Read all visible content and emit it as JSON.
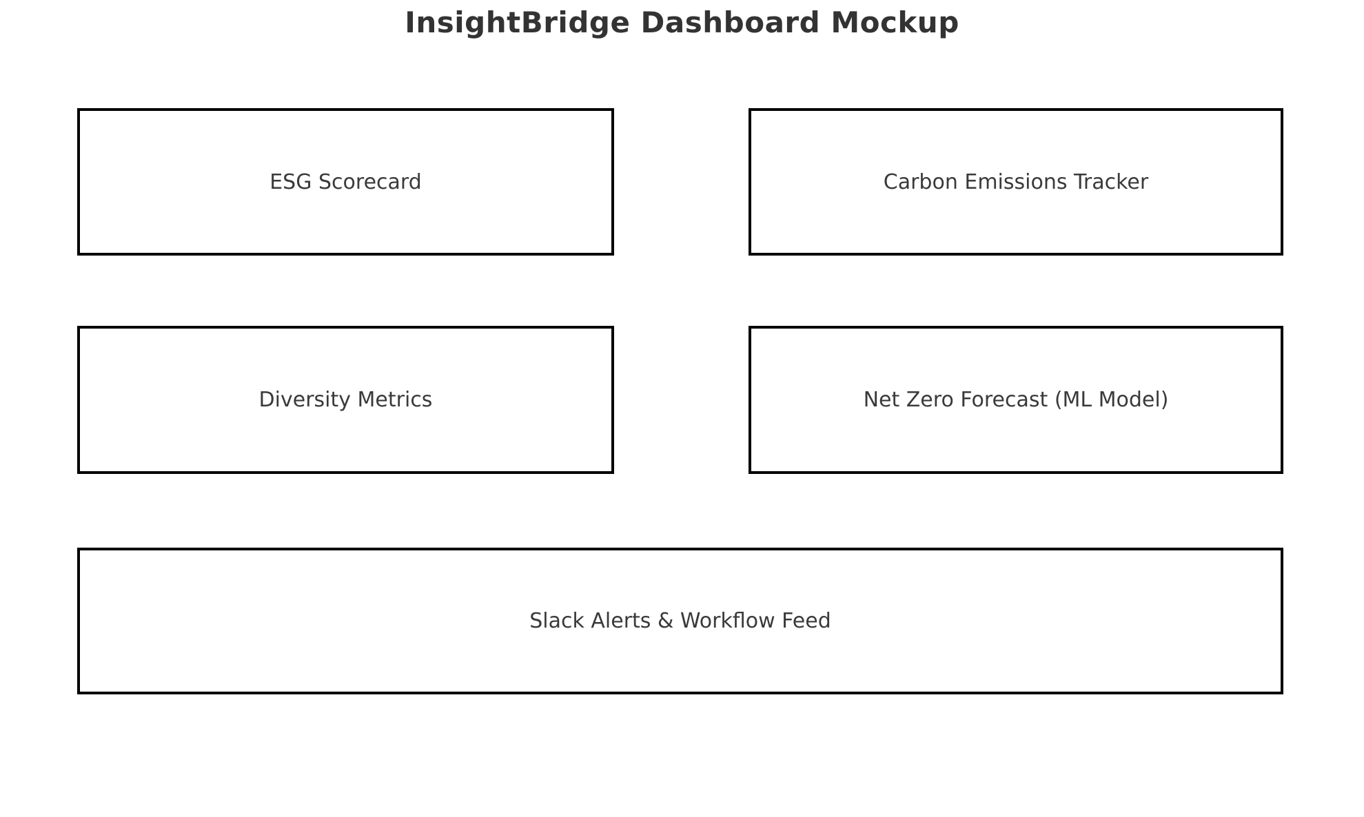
{
  "page": {
    "title": "InsightBridge Dashboard Mockup"
  },
  "colors": {
    "background": "#ffffff",
    "box_border": "#000000",
    "title_text": "#333333",
    "label_text": "#3a3a3a"
  },
  "panels": [
    {
      "id": "esg-scorecard",
      "label": "ESG Scorecard"
    },
    {
      "id": "carbon-emissions-tracker",
      "label": "Carbon Emissions Tracker"
    },
    {
      "id": "diversity-metrics",
      "label": "Diversity Metrics"
    },
    {
      "id": "net-zero-forecast-ml-model",
      "label": "Net Zero Forecast (ML Model)"
    },
    {
      "id": "slack-alerts-workflow-feed",
      "label": "Slack Alerts & Workflow Feed"
    }
  ]
}
